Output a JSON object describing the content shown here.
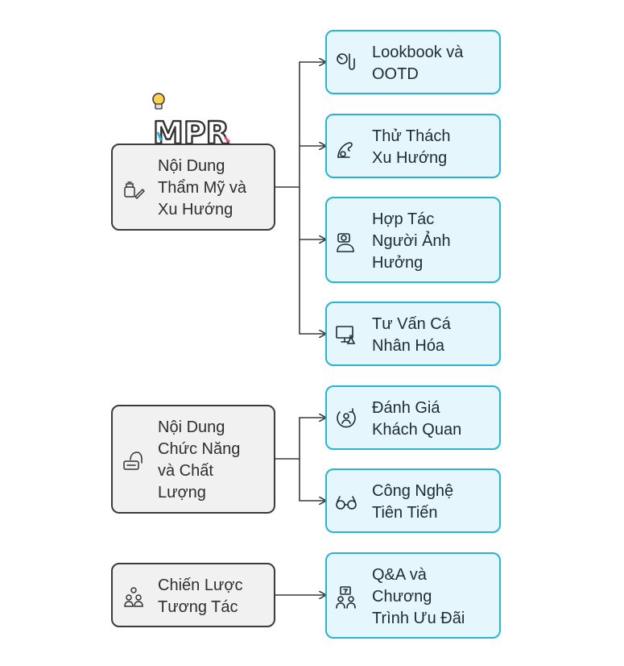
{
  "logo": {
    "text": "MPR",
    "icon": "lightbulb-icon"
  },
  "groups": [
    {
      "label": "Nội Dung\nThẩm Mỹ và\nXu Hướng",
      "icon": "makeup-brush-icon",
      "items": [
        {
          "label": "Lookbook và\nOOTD",
          "icon": "hanger-icon"
        },
        {
          "label": "Thử Thách\nXu Hướng",
          "icon": "hand-icon"
        },
        {
          "label": "Hợp Tác\nNgười Ảnh\nHưởng",
          "icon": "influencer-camera-icon"
        },
        {
          "label": "Tư Vấn Cá\nNhân Hóa",
          "icon": "monitor-lab-icon"
        }
      ]
    },
    {
      "label": "Nội Dung\nChức Năng\nvà Chất\nLượng",
      "icon": "quality-handshake-icon",
      "items": [
        {
          "label": "Đánh Giá\nKhách Quan",
          "icon": "review-cycle-icon"
        },
        {
          "label": "Công Nghệ\nTiên Tiến",
          "icon": "glasses-icon"
        }
      ]
    },
    {
      "label": "Chiến Lược\nTương Tác",
      "icon": "people-icon",
      "items": [
        {
          "label": "Q&A và\nChương\nTrình Ưu Đãi",
          "icon": "qa-people-icon"
        }
      ]
    }
  ]
}
